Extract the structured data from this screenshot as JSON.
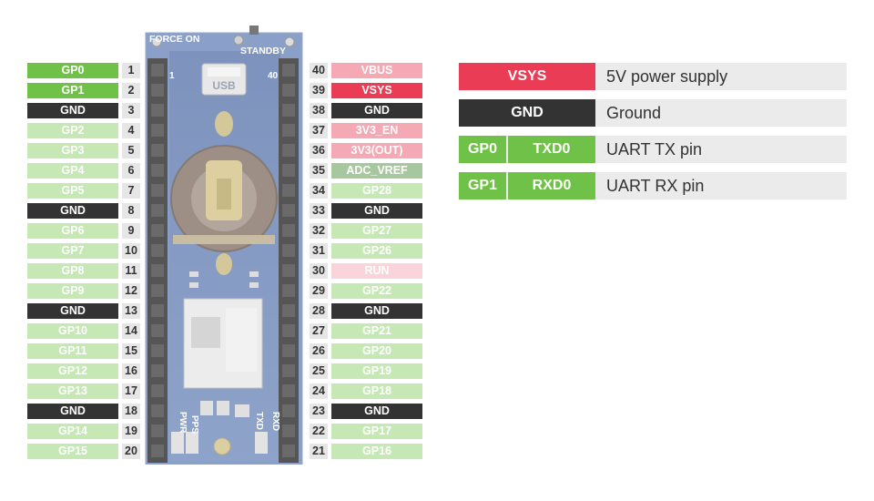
{
  "board": {
    "force_on": "FORCE ON",
    "standby": "STANDBY",
    "usb": "USB",
    "pin1_mark": "1",
    "pin40_mark": "40",
    "bottom_labels": [
      "PWR",
      "PPS",
      "TXD",
      "RXD"
    ]
  },
  "left_pins": [
    {
      "num": "1",
      "label": "GP0"
    },
    {
      "num": "2",
      "label": "GP1"
    },
    {
      "num": "3",
      "label": "GND"
    },
    {
      "num": "4",
      "label": "GP2"
    },
    {
      "num": "5",
      "label": "GP3"
    },
    {
      "num": "6",
      "label": "GP4"
    },
    {
      "num": "7",
      "label": "GP5"
    },
    {
      "num": "8",
      "label": "GND"
    },
    {
      "num": "9",
      "label": "GP6"
    },
    {
      "num": "10",
      "label": "GP7"
    },
    {
      "num": "11",
      "label": "GP8"
    },
    {
      "num": "12",
      "label": "GP9"
    },
    {
      "num": "13",
      "label": "GND"
    },
    {
      "num": "14",
      "label": "GP10"
    },
    {
      "num": "15",
      "label": "GP11"
    },
    {
      "num": "16",
      "label": "GP12"
    },
    {
      "num": "17",
      "label": "GP13"
    },
    {
      "num": "18",
      "label": "GND"
    },
    {
      "num": "19",
      "label": "GP14"
    },
    {
      "num": "20",
      "label": "GP15"
    }
  ],
  "right_pins": [
    {
      "num": "40",
      "label": "VBUS"
    },
    {
      "num": "39",
      "label": "VSYS"
    },
    {
      "num": "38",
      "label": "GND"
    },
    {
      "num": "37",
      "label": "3V3_EN"
    },
    {
      "num": "36",
      "label": "3V3(OUT)"
    },
    {
      "num": "35",
      "label": "ADC_VREF"
    },
    {
      "num": "34",
      "label": "GP28"
    },
    {
      "num": "33",
      "label": "GND"
    },
    {
      "num": "32",
      "label": "GP27"
    },
    {
      "num": "31",
      "label": "GP26"
    },
    {
      "num": "30",
      "label": "RUN"
    },
    {
      "num": "29",
      "label": "GP22"
    },
    {
      "num": "28",
      "label": "GND"
    },
    {
      "num": "27",
      "label": "GP21"
    },
    {
      "num": "26",
      "label": "GP20"
    },
    {
      "num": "25",
      "label": "GP19"
    },
    {
      "num": "24",
      "label": "GP18"
    },
    {
      "num": "23",
      "label": "GND"
    },
    {
      "num": "22",
      "label": "GP17"
    },
    {
      "num": "21",
      "label": "GP16"
    }
  ],
  "legend": [
    {
      "chips": [
        "VSYS"
      ],
      "desc": "5V power supply"
    },
    {
      "chips": [
        "GND"
      ],
      "desc": "Ground"
    },
    {
      "chips": [
        "GP0",
        "TXD0"
      ],
      "desc": "UART TX pin"
    },
    {
      "chips": [
        "GP1",
        "RXD0"
      ],
      "desc": "UART RX pin"
    }
  ],
  "colors": {
    "gpio_active": "#6fc247",
    "gpio_faded": "#c6e8b5",
    "ground": "#333333",
    "power_active": "#ea3c55",
    "power_faded": "#f4a9b4",
    "run_faded": "#f9d4da",
    "adc_faded": "#a7c89f",
    "board_blue": "#2a4a8a"
  }
}
